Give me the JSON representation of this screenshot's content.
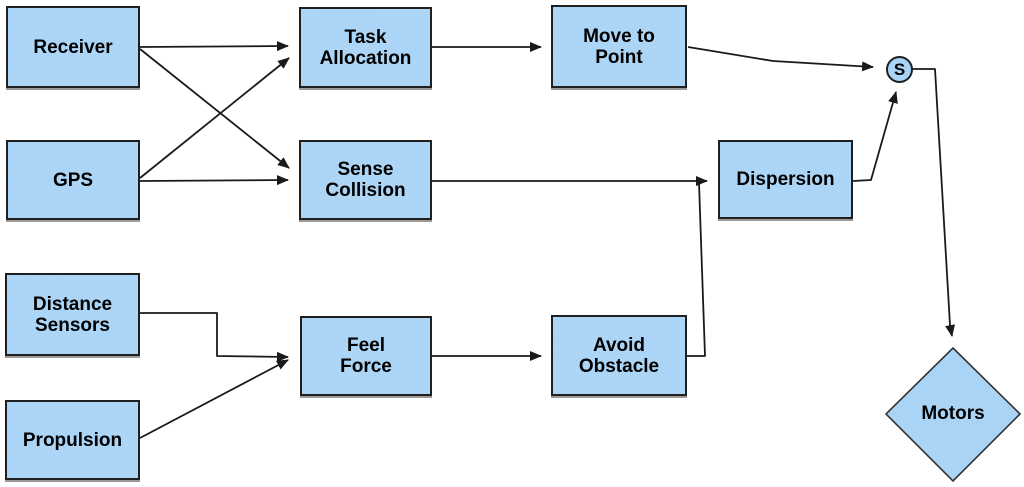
{
  "style": {
    "background": "#ffffff",
    "node_fill": "#a9d4f6",
    "node_border": "#1f1f1f",
    "edge_color": "#1a1a1a",
    "text_color": "#000000"
  },
  "nodes": {
    "receiver": {
      "label": "Receiver",
      "shape": "rect"
    },
    "gps": {
      "label": "GPS",
      "shape": "rect"
    },
    "distance_sensors": {
      "label": "Distance\nSensors",
      "shape": "rect"
    },
    "propulsion": {
      "label": "Propulsion",
      "shape": "rect"
    },
    "task_allocation": {
      "label": "Task\nAllocation",
      "shape": "rect"
    },
    "sense_collision": {
      "label": "Sense\nCollision",
      "shape": "rect"
    },
    "feel_force": {
      "label": "Feel\nForce",
      "shape": "rect"
    },
    "move_to_point": {
      "label": "Move to\nPoint",
      "shape": "rect"
    },
    "avoid_obstacle": {
      "label": "Avoid\nObstacle",
      "shape": "rect"
    },
    "dispersion": {
      "label": "Dispersion",
      "shape": "rect"
    },
    "sum_junction": {
      "label": "S",
      "shape": "circle"
    },
    "motors": {
      "label": "Motors",
      "shape": "diamond"
    }
  },
  "edges": [
    {
      "from": "receiver",
      "to": "task_allocation"
    },
    {
      "from": "receiver",
      "to": "sense_collision"
    },
    {
      "from": "gps",
      "to": "task_allocation"
    },
    {
      "from": "gps",
      "to": "sense_collision"
    },
    {
      "from": "task_allocation",
      "to": "move_to_point"
    },
    {
      "from": "sense_collision",
      "to": "dispersion"
    },
    {
      "from": "distance_sensors",
      "to": "feel_force"
    },
    {
      "from": "propulsion",
      "to": "feel_force"
    },
    {
      "from": "feel_force",
      "to": "avoid_obstacle"
    },
    {
      "from": "avoid_obstacle",
      "to": "dispersion"
    },
    {
      "from": "move_to_point",
      "to": "sum_junction"
    },
    {
      "from": "dispersion",
      "to": "sum_junction"
    },
    {
      "from": "sum_junction",
      "to": "motors"
    }
  ]
}
